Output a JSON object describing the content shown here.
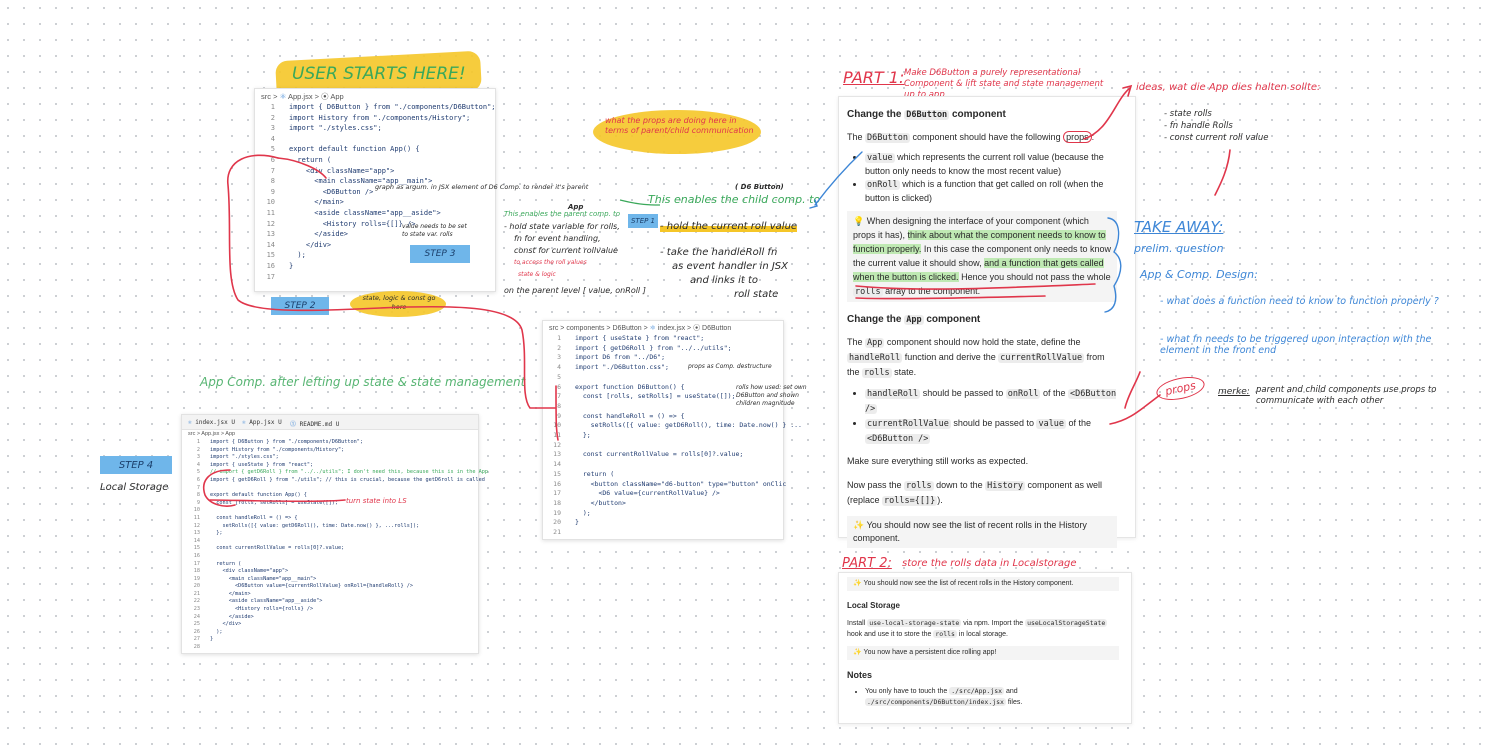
{
  "annotations": {
    "user_starts_here": "USER STARTS HERE!",
    "what_props_doing": "what the props are doing here in terms of parent/child communication",
    "this_enables": "This enables the child comp. to",
    "d6button_label": "( D6 Button)",
    "step1": "STEP 1",
    "step2": "STEP 2",
    "step3": "STEP 3",
    "step4": "STEP 4",
    "local_storage": "Local Storage",
    "app_label": "App",
    "enables_parent": "This enables the parent comp. to",
    "left_list": [
      "- hold state variable for rolls,",
      "fn for event handling,",
      "const for current rollvalue",
      "to access the roll values",
      "state & logic",
      "on the parent level [ value, onRoll ]"
    ],
    "right_list": [
      "- hold the current roll value",
      "- take the handleRoll fn",
      "as event handler in JSX",
      "and links it to",
      "roll state"
    ],
    "graph_arg": "graph as argum. in JSX element of D6 Comp. to render it's parent",
    "value_needs": "value needs to be set to state var. rolls",
    "props_as_comp": "props as Comp. destructure",
    "state_logic": "state, logic & const go here",
    "app_comp_after": "App Comp. after lefting up state & state management",
    "turn_state": "turn state into LS",
    "rolls_how_used": "rolls how used: set own D6Button and shown children magnitude",
    "part1": "PART 1:",
    "part1_desc": "Make D6Button a purely representational Component & lift state and state management up to app",
    "ideas": "ideas, wat die App dies halten sollte:",
    "state_list": [
      "- state rolls",
      "- fn handle Rolls",
      "- const current roll value"
    ],
    "take_away": "TAKE AWAY:",
    "prelim": "prelim. question",
    "app_comp_design": "App & Comp. Design:",
    "q1": "- what does a function need to know to function properly ?",
    "q2": "- what fn needs to be triggered upon interaction with the element in the front end",
    "props_circle": "props",
    "merke": "merke:",
    "merke_text": "parent and child components use props to communicate with each other",
    "part2": "PART 2:",
    "part2_desc": "store the rolls data in Localstorage"
  },
  "editor_app": {
    "crumb": [
      "src",
      "App.jsx",
      "App"
    ],
    "lines": [
      "import { D6Button } from \"./components/D6Button\";",
      "import History from \"./components/History\";",
      "import \"./styles.css\";",
      "",
      "export default function App() {",
      "  return (",
      "    <div className=\"app\">",
      "      <main className=\"app__main\">",
      "        <D6Button />",
      "      </main>",
      "      <aside className=\"app__aside\">",
      "        <History rolls={[]} />",
      "      </aside>",
      "    </div>",
      "  );",
      "}",
      ""
    ]
  },
  "editor_d6": {
    "crumb": [
      "src",
      "components",
      "D6Button",
      "index.jsx",
      "D6Button"
    ],
    "lines": [
      "import { useState } from \"react\";",
      "import { getD6Roll } from \"../../utils\";",
      "import D6 from \"../D6\";",
      "import \"./D6Button.css\";",
      "",
      "export function D6Button() {",
      "  const [rolls, setRolls] = useState([]);",
      "",
      "  const handleRoll = () => {",
      "    setRolls([{ value: getD6Roll(), time: Date.now() } ...",
      "  };",
      "",
      "  const currentRollValue = rolls[0]?.value;",
      "",
      "  return (",
      "    <button className=\"d6-button\" type=\"button\" onClic",
      "      <D6 value={currentRollValue} />",
      "    </button>",
      "  );",
      "}",
      ""
    ]
  },
  "editor_step4": {
    "tabs": [
      "index.jsx U",
      "App.jsx U",
      "README.md U"
    ],
    "crumb": "src > App.jsx > App",
    "lines": [
      "import { D6Button } from \"./components/D6Button\";",
      "import History from \"./components/History\";",
      "import \"./styles.css\";",
      "import { useState } from \"react\";",
      "// import { getD6Roll } from \"../../utils\"; I don't need this, because this is in the App",
      "import { getD6Roll } from \"./utils\"; // this is crucial, because the getD6roll is called",
      "",
      "export default function App() {",
      "  const [rolls, setRolls] = useState([]);",
      "",
      "  const handleRoll = () => {",
      "    setRolls([{ value: getD6Roll(), time: Date.now() }, ...rolls]);",
      "  };",
      "",
      "  const currentRollValue = rolls[0]?.value;",
      "",
      "  return (",
      "    <div className=\"app\">",
      "      <main className=\"app__main\">",
      "        <D6Button value={currentRollValue} onRoll={handleRoll} />",
      "      </main>",
      "      <aside className=\"app__aside\">",
      "        <History rolls={rolls} />",
      "      </aside>",
      "    </div>",
      "  );",
      "}",
      ""
    ]
  },
  "doc1": {
    "h_change_d6": [
      "Change the ",
      "D6Button",
      " component"
    ],
    "intro": [
      "The ",
      "D6Button",
      " component should have the following ",
      "props",
      ":"
    ],
    "b1": [
      "value",
      " which represents the current roll value (because the button only needs to know the most recent value)"
    ],
    "b2": [
      "onRoll",
      " which is a function that get called on roll (when the button is clicked)"
    ],
    "tip_a": "When designing the interface of your component (which props it has), ",
    "tip_b": "think about what the component needs to know to function properly.",
    "tip_c": " In this case the component only needs to know the current value it should show, ",
    "tip_d": "and a function that gets called when the button is clicked.",
    "tip_e": " Hence you should not pass the whole ",
    "tip_f": "rolls",
    "tip_g": " array to the component.",
    "h_change_app": [
      "Change the ",
      "App",
      " component"
    ],
    "app_p": [
      "The ",
      "App",
      " component should now hold the state, define the ",
      "handleRoll",
      " function and derive the ",
      "currentRollValue",
      " from the ",
      "rolls",
      " state."
    ],
    "b3": [
      "handleRoll",
      " should be passed to ",
      "onRoll",
      " of the ",
      "<D6Button />"
    ],
    "b4": [
      "currentRollValue",
      " should be passed to ",
      "value",
      " of the ",
      "<D6Button />"
    ],
    "works": "Make sure everything still works as expected.",
    "pass": [
      "Now pass the ",
      "rolls",
      " down to the ",
      "History",
      " component as well (replace ",
      "rolls={[]}",
      ")."
    ],
    "see": "You should now see the list of recent rolls in the History component."
  },
  "doc2": {
    "see": "You should now see the list of recent rolls in the History component.",
    "h_local": "Local Storage",
    "install": [
      "Install ",
      "use-local-storage-state",
      " via npm. Import the ",
      "useLocalStorageState",
      " hook and use it to store the ",
      "rolls",
      " in local storage."
    ],
    "persistent": "You now have a persistent dice rolling app!",
    "h_notes": "Notes",
    "notes": [
      "You only have to touch the ",
      "./src/App.jsx",
      " and ",
      "./src/components/D6Button/index.jsx",
      " files."
    ]
  },
  "colors": {
    "ink_red": "#e0364b",
    "ink_blue": "#3d86d6",
    "ink_green": "#3aa85a",
    "highlight_yellow": "#f5c628",
    "step_blue": "#6fb6ea"
  }
}
